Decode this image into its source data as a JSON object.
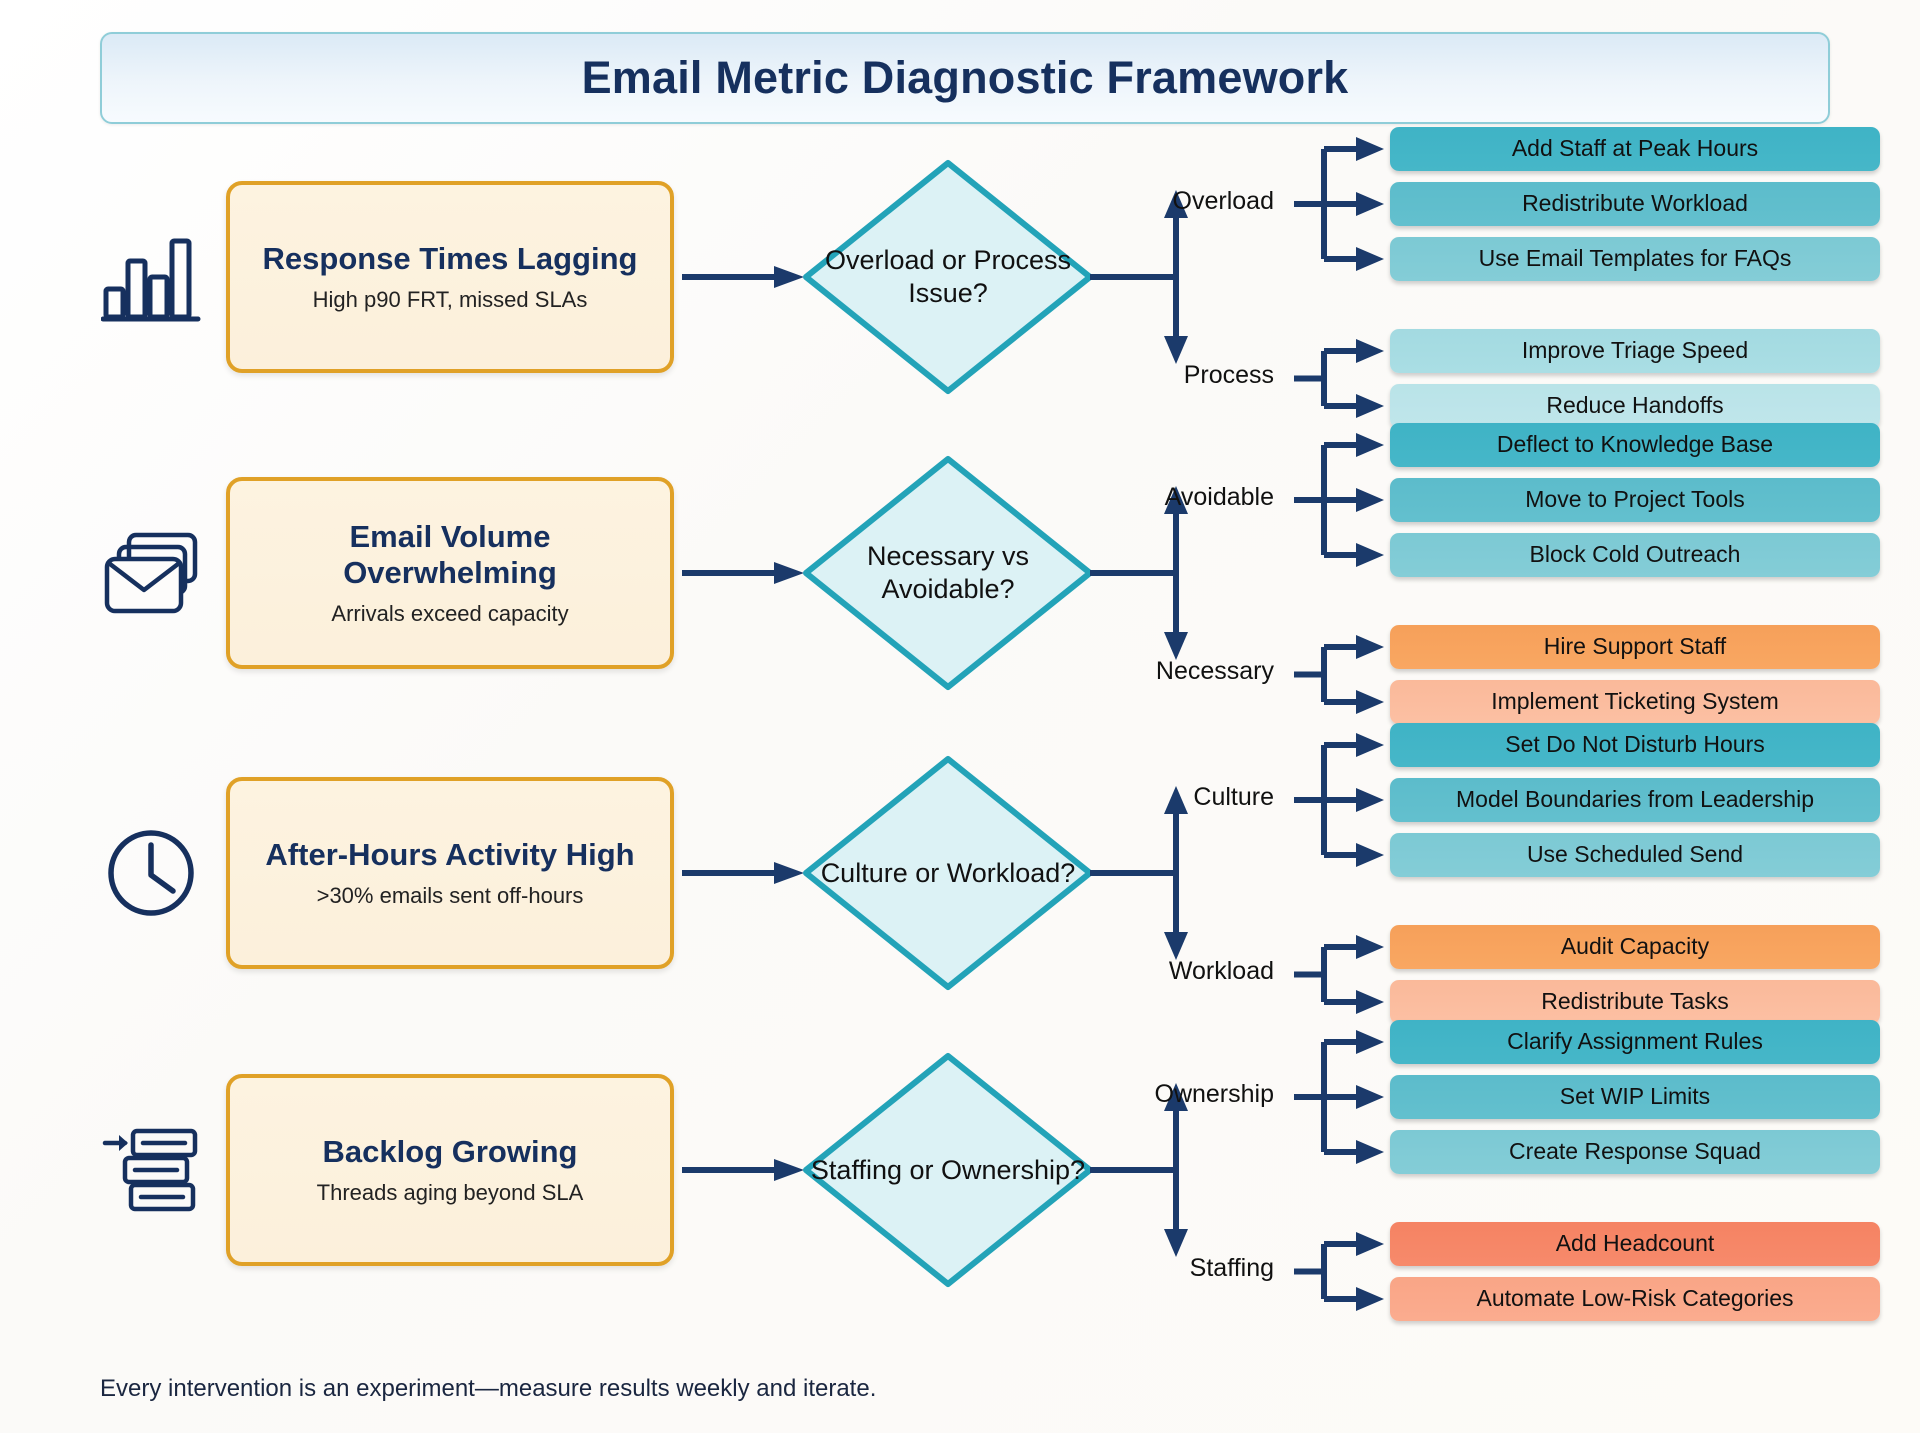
{
  "header": {
    "title": "Email Metric Diagnostic Framework"
  },
  "footer": {
    "note": "Every intervention is an experiment—measure results weekly and iterate."
  },
  "colors": {
    "title_text": "#16305e",
    "banner_border": "#8fcdd8",
    "problem_border": "#e0a127",
    "problem_fill": "#fdf3e0",
    "diamond_border": "#23a3b8",
    "diamond_fill": "#dcf2f5",
    "connector": "#1b3a6b",
    "pill_teal": "#3fb3c6",
    "pill_orange": "#f6a05a",
    "pill_coral": "#f58363"
  },
  "rows": [
    {
      "icon": "bar-chart-icon",
      "problem": {
        "title": "Response Times Lagging",
        "subtitle": "High p90 FRT, missed SLAs"
      },
      "decision": "Overload or Process Issue?",
      "branches": [
        {
          "label": "Overload",
          "actions": [
            "Add Staff at Peak Hours",
            "Redistribute Workload",
            "Use Email Templates for FAQs"
          ],
          "styles": [
            "t0",
            "t1",
            "t2"
          ]
        },
        {
          "label": "Process",
          "actions": [
            "Improve Triage Speed",
            "Reduce Handoffs"
          ],
          "styles": [
            "t3",
            "t4"
          ]
        }
      ]
    },
    {
      "icon": "stacked-envelopes-icon",
      "problem": {
        "title": "Email Volume Overwhelming",
        "subtitle": "Arrivals exceed capacity"
      },
      "decision": "Necessary vs Avoidable?",
      "branches": [
        {
          "label": "Avoidable",
          "actions": [
            "Deflect to Knowledge Base",
            "Move to Project Tools",
            "Block Cold Outreach"
          ],
          "styles": [
            "t0",
            "t1",
            "t2"
          ]
        },
        {
          "label": "Necessary",
          "actions": [
            "Hire Support Staff",
            "Implement Ticketing System"
          ],
          "styles": [
            "o0",
            "o1"
          ]
        }
      ]
    },
    {
      "icon": "clock-icon",
      "problem": {
        "title": "After-Hours Activity High",
        "subtitle": ">30% emails sent off-hours"
      },
      "decision": "Culture or Workload?",
      "branches": [
        {
          "label": "Culture",
          "actions": [
            "Set Do Not Disturb Hours",
            "Model Boundaries from Leadership",
            "Use Scheduled Send"
          ],
          "styles": [
            "t0",
            "t1",
            "t2"
          ]
        },
        {
          "label": "Workload",
          "actions": [
            "Audit Capacity",
            "Redistribute Tasks"
          ],
          "styles": [
            "o0",
            "o1"
          ]
        }
      ]
    },
    {
      "icon": "backlog-queue-icon",
      "problem": {
        "title": "Backlog Growing",
        "subtitle": "Threads aging beyond SLA"
      },
      "decision": "Staffing or Ownership?",
      "branches": [
        {
          "label": "Ownership",
          "actions": [
            "Clarify Assignment Rules",
            "Set WIP Limits",
            "Create Response Squad"
          ],
          "styles": [
            "t0",
            "t1",
            "t2"
          ]
        },
        {
          "label": "Staffing",
          "actions": [
            "Add Headcount",
            "Automate Low-Risk Categories"
          ],
          "styles": [
            "r0",
            "r1"
          ]
        }
      ]
    }
  ]
}
